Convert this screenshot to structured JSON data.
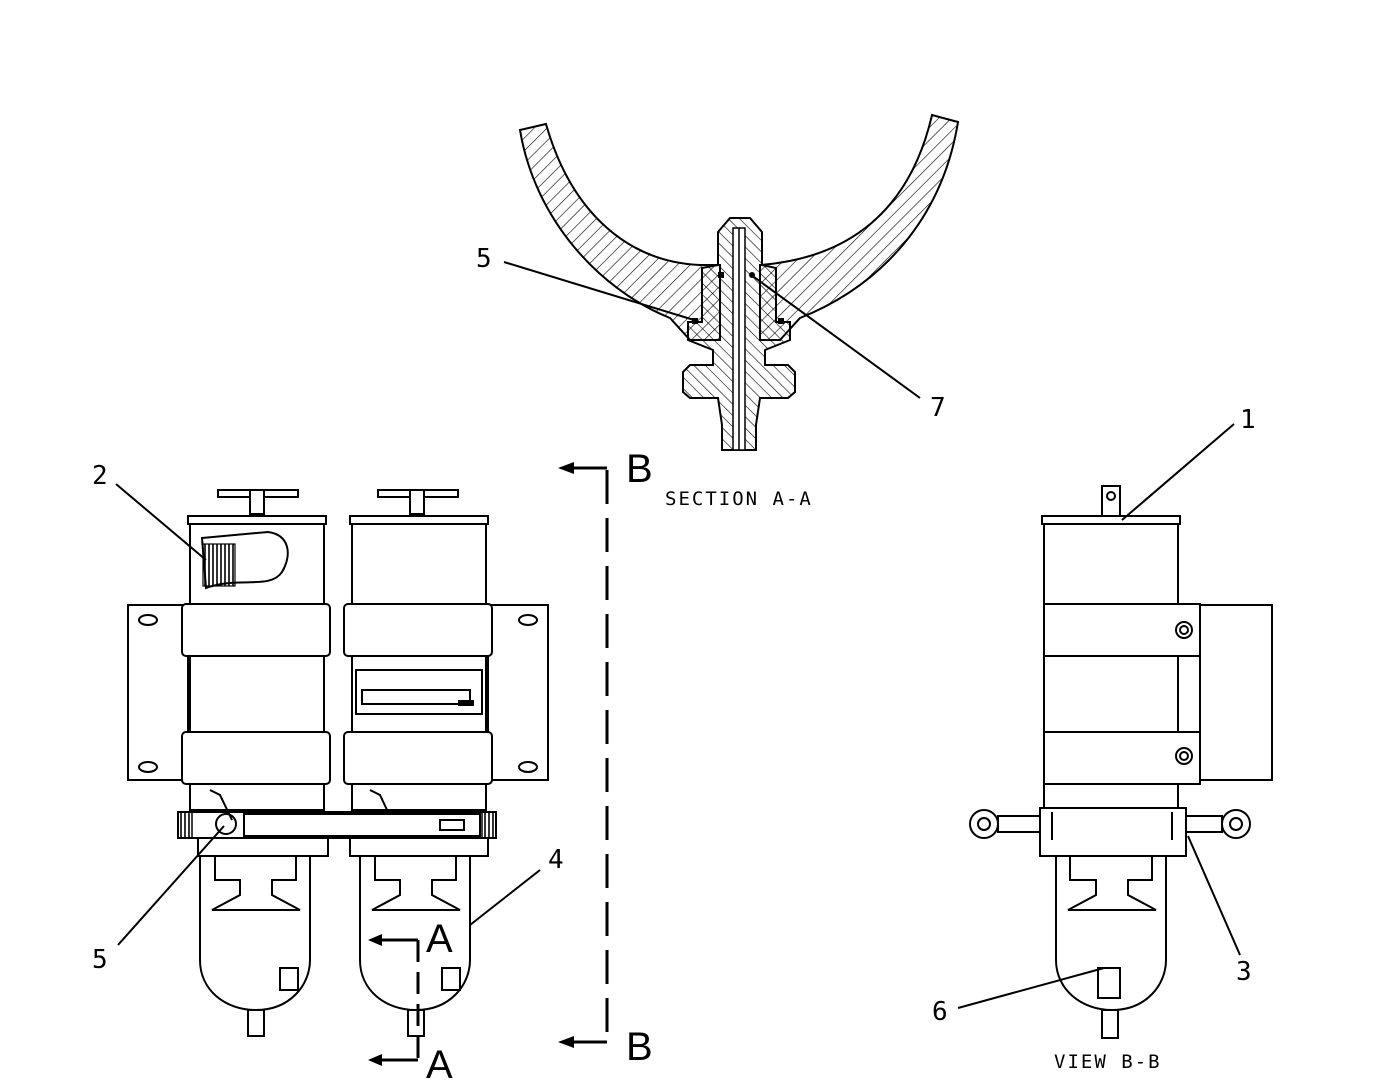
{
  "section_title": "SECTION A-A",
  "view_title": "VIEW B-B",
  "section_letters": {
    "a_top": "A",
    "a_bottom": "A",
    "b_top": "B",
    "b_bottom": "B"
  },
  "callouts": {
    "c1": "1",
    "c2": "2",
    "c3": "3",
    "c4": "4",
    "c5_section": "5",
    "c5_front": "5",
    "c6": "6",
    "c7": "7"
  },
  "colors": {
    "ink": "#000000",
    "paper": "#ffffff"
  }
}
